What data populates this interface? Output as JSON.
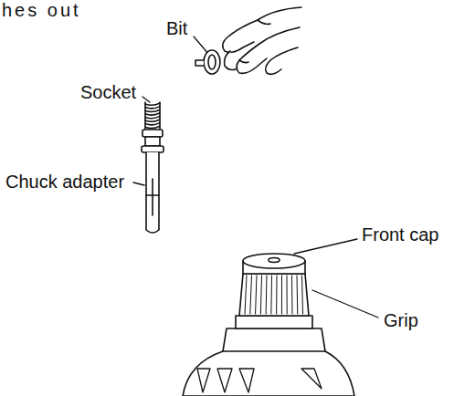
{
  "diagram": {
    "labels": [
      "hes out",
      "Bit",
      "Socket",
      "Chuck adapter",
      "Front cap",
      "Grip"
    ]
  }
}
